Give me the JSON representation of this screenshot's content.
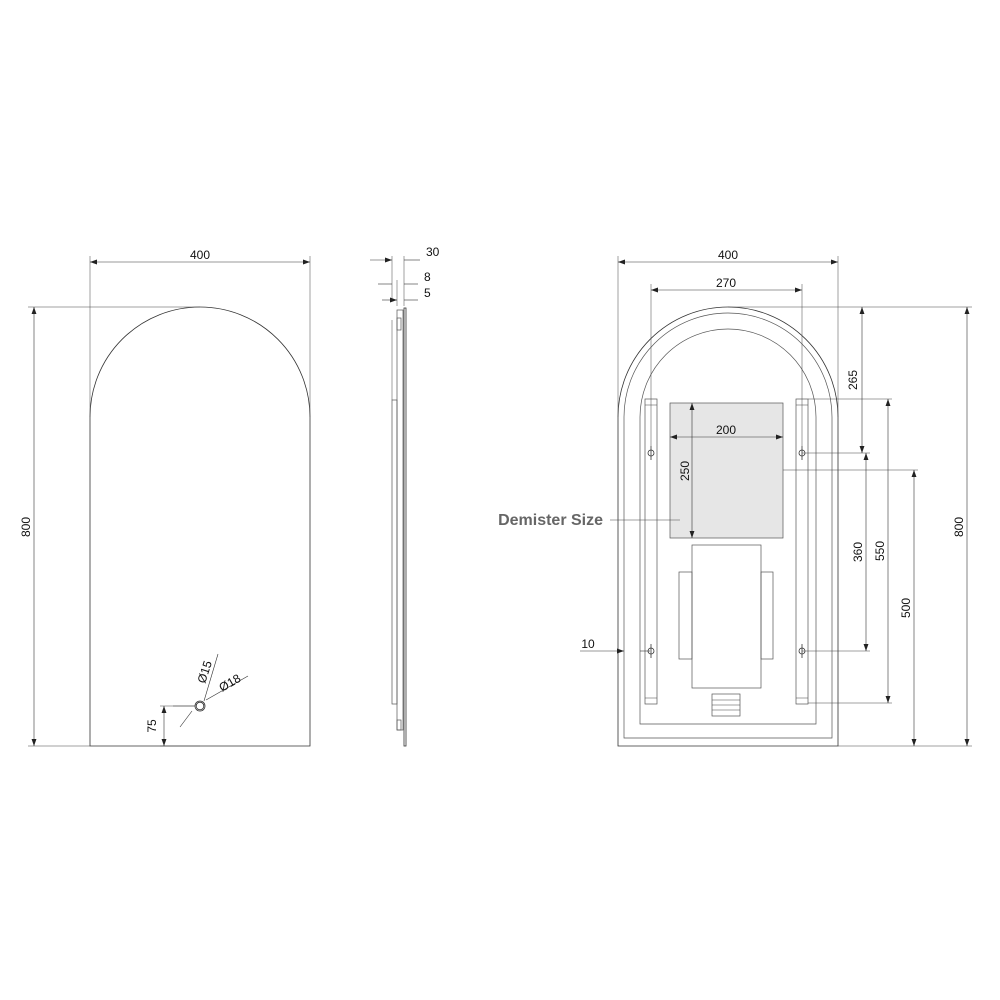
{
  "front_view": {
    "width": "400",
    "height": "800",
    "hole_outer": "Ø18",
    "hole_inner": "Ø15",
    "hole_offset": "75"
  },
  "side_view": {
    "depth_total": "30",
    "depth_frame": "8",
    "depth_glass": "5"
  },
  "rear_view": {
    "width": "400",
    "bracket_spacing": "270",
    "height": "800",
    "top_to_bracket": "265",
    "demister_width": "200",
    "demister_height": "250",
    "demister_label": "Demister Size",
    "bracket_vertical": "360",
    "strip_length": "550",
    "lower_height": "500",
    "edge_offset": "10"
  },
  "colors": {
    "line": "#333333",
    "demister_fill": "#e6e6e6",
    "callout": "#666666"
  }
}
